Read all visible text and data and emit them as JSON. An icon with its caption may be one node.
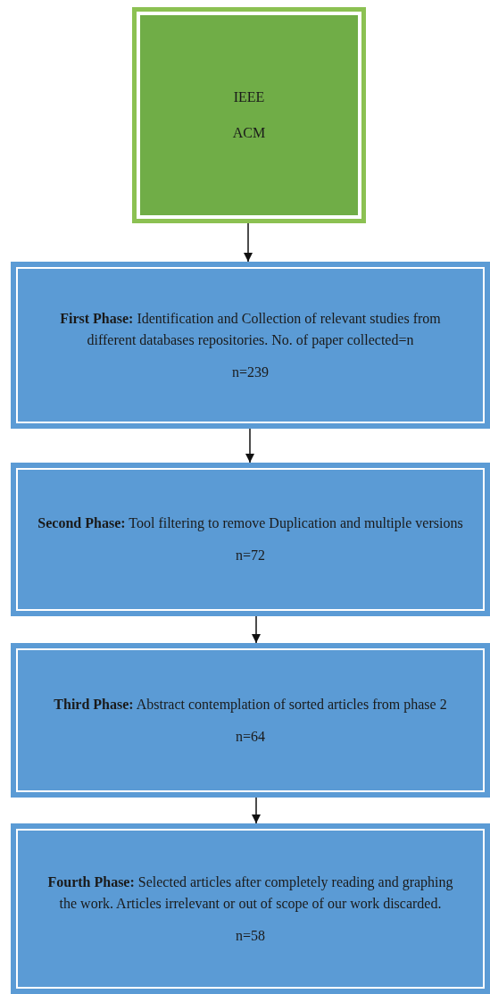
{
  "diagram": {
    "nodes": [
      {
        "text": [
          "IEEE",
          "ACM"
        ]
      },
      {
        "text": [
          "**First Phase:** Identification and Collection of relevant studies from different databases repositories. No. of paper collected=n",
          "n=239"
        ]
      },
      {
        "text": [
          "**Second Phase:** Tool filtering to remove Duplication and multiple versions",
          "n=72"
        ]
      },
      {
        "text": [
          "**Third Phase:** Abstract contemplation of sorted articles from phase 2",
          "n=64"
        ]
      },
      {
        "text": [
          "**Fourth Phase:** Selected articles after completely reading and graphing the work. Articles irrelevant or out of scope of our work discarded.",
          "n=58"
        ]
      }
    ],
    "edges": [
      {
        "from": 0,
        "to": 1,
        "arrow": "to"
      },
      {
        "from": 1,
        "to": 2,
        "arrow": "to"
      },
      {
        "from": 2,
        "to": 3,
        "arrow": "to"
      },
      {
        "from": 3,
        "to": 4,
        "arrow": "to"
      }
    ]
  }
}
